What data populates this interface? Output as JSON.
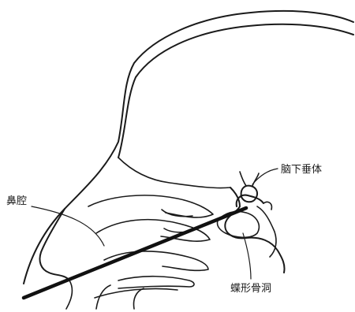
{
  "labels": {
    "pituitary": "脑下垂体",
    "nasal_cavity": "鼻腔",
    "sphenoid_sinus": "蝶形骨洞"
  },
  "colors": {
    "ink": "#1a1a1a",
    "background": "#ffffff"
  }
}
